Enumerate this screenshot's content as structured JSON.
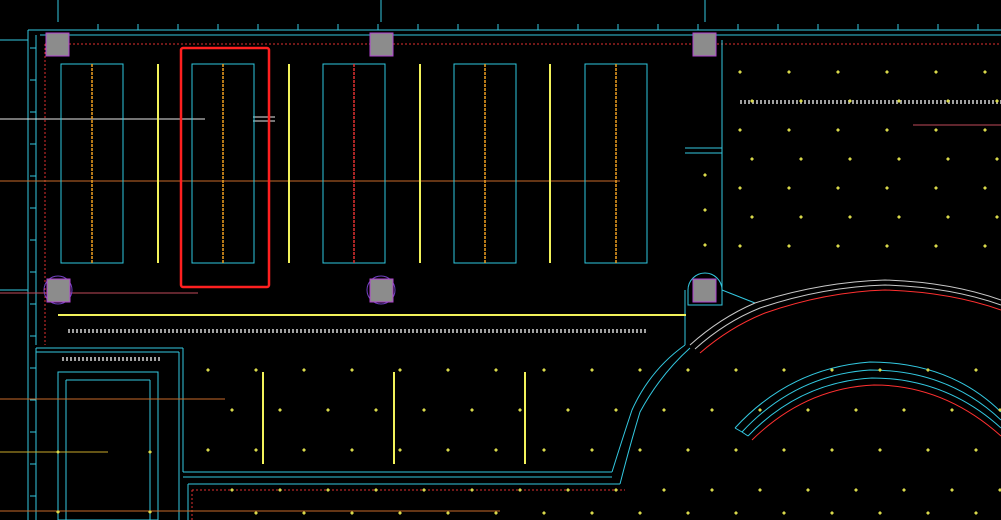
{
  "drawing": {
    "background": "#000000",
    "colors": {
      "wall": "#33c8e0",
      "wall_dim": "#2aa7bd",
      "fixture_outline": "#2ec9df",
      "light_yellow": "#f2f25a",
      "light_orange": "#f0a020",
      "light_red": "#e03030",
      "column_fill": "#8c8c8c",
      "column_edge": "#b040d0",
      "dot": "#d8d84a",
      "dashed": "#a0a0a0",
      "white_line": "#e8e8e8",
      "selection": "#ff2020",
      "arc_red": "#ff3030",
      "dim_line": "#d04a20"
    },
    "layers": [
      "walls",
      "structural-columns",
      "rectangular-light-panels",
      "linear-lights",
      "ceiling-grid-dots",
      "dashed-rail",
      "curved-stair",
      "selection-box"
    ],
    "selected_fixture": "light-panel-2"
  }
}
